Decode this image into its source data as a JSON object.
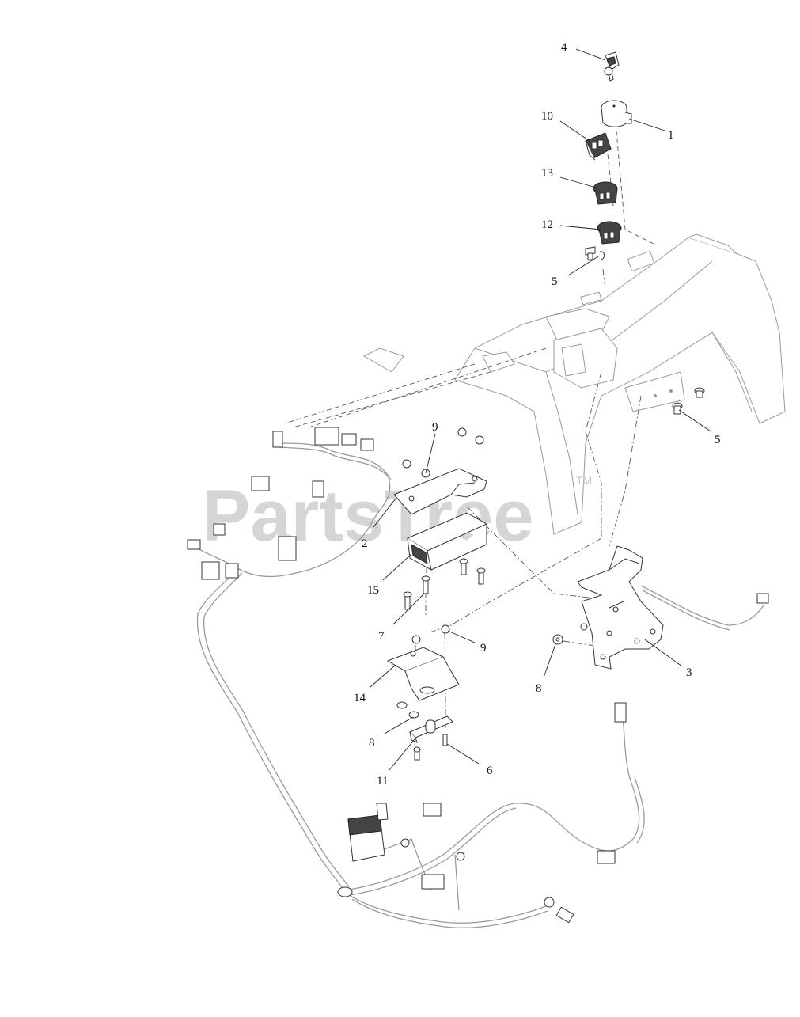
{
  "watermark": {
    "text": "PartsTree",
    "tm": "TM"
  },
  "callouts": [
    {
      "id": "c4",
      "label": "4"
    },
    {
      "id": "c1",
      "label": "1"
    },
    {
      "id": "c10",
      "label": "10"
    },
    {
      "id": "c13",
      "label": "13"
    },
    {
      "id": "c12",
      "label": "12"
    },
    {
      "id": "c5a",
      "label": "5"
    },
    {
      "id": "c5b",
      "label": "5"
    },
    {
      "id": "c9a",
      "label": "9"
    },
    {
      "id": "c2",
      "label": "2"
    },
    {
      "id": "c15",
      "label": "15"
    },
    {
      "id": "c7",
      "label": "7"
    },
    {
      "id": "c9b",
      "label": "9"
    },
    {
      "id": "c3",
      "label": "3"
    },
    {
      "id": "c8a",
      "label": "8"
    },
    {
      "id": "c14",
      "label": "14"
    },
    {
      "id": "c8b",
      "label": "8"
    },
    {
      "id": "c6",
      "label": "6"
    },
    {
      "id": "c11",
      "label": "11"
    }
  ],
  "colors": {
    "ink": "#111111",
    "ghost": "#9a9a9a",
    "watermark": "#c8c8c8"
  }
}
